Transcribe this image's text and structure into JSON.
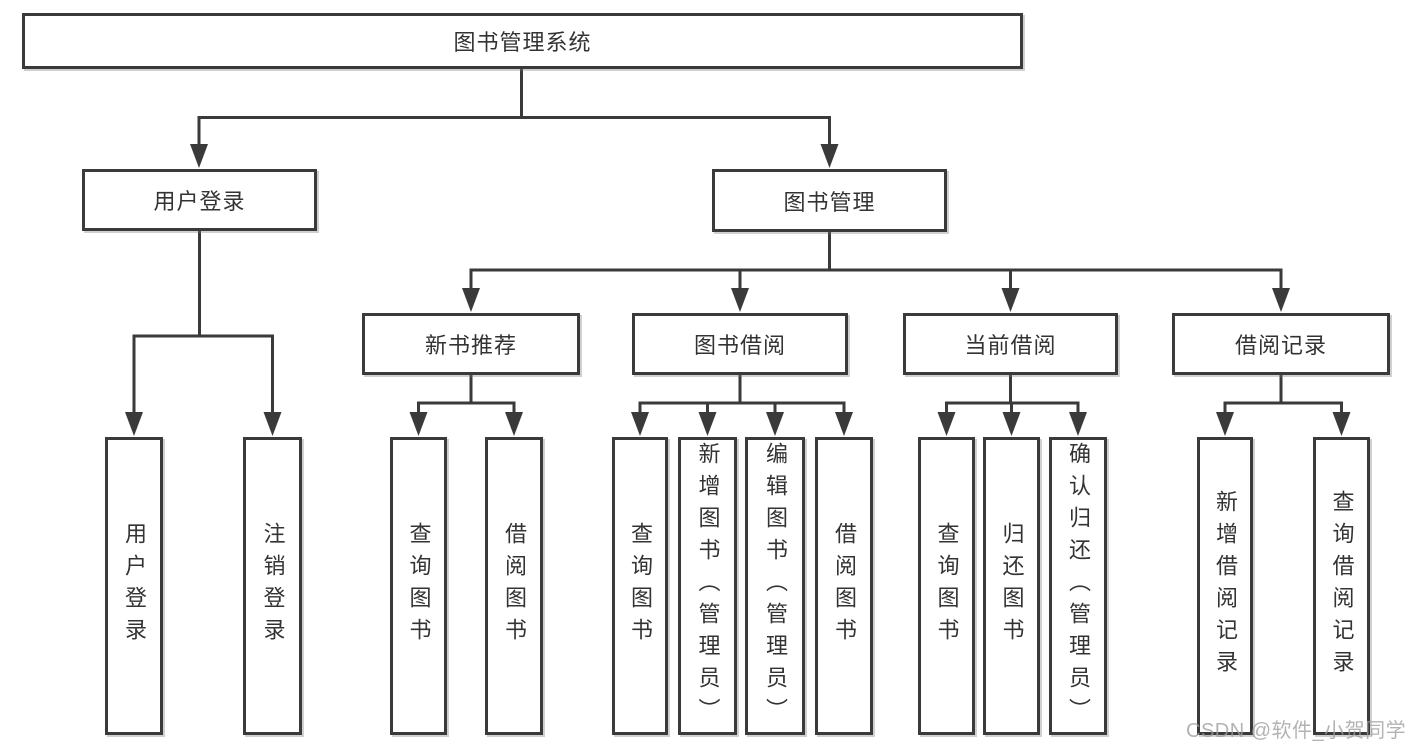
{
  "diagram": {
    "root": "图书管理系统",
    "branches": [
      {
        "label": "用户登录",
        "children": [
          "用户登录",
          "注销登录"
        ]
      },
      {
        "label": "图书管理",
        "children": [
          {
            "label": "新书推荐",
            "children": [
              "查询图书",
              "借阅图书"
            ]
          },
          {
            "label": "图书借阅",
            "children": [
              "查询图书",
              "新增图书（管理员）",
              "编辑图书（管理员）",
              "借阅图书"
            ]
          },
          {
            "label": "当前借阅",
            "children": [
              "查询图书",
              "归还图书",
              "确认归还（管理员）"
            ]
          },
          {
            "label": "借阅记录",
            "children": [
              "新增借阅记录",
              "查询借阅记录"
            ]
          }
        ]
      }
    ]
  },
  "watermark": "CSDN @软件_小贺同学"
}
